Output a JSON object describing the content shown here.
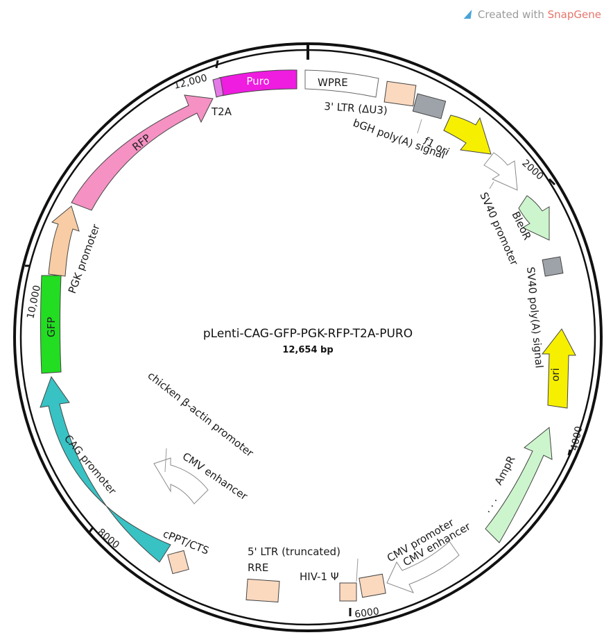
{
  "watermark": {
    "prefix": "Created with ",
    "brand": "SnapGene"
  },
  "plasmid": {
    "name": "pLenti-CAG-GFP-PGK-RFP-T2A-PURO",
    "size_label": "12,654 bp"
  },
  "ticks": [
    "2000",
    "4000",
    "6000",
    "8000",
    "10,000",
    "12,000"
  ],
  "colors": {
    "puro": "#ee1de0",
    "t2a": "#e37ae6",
    "rfp": "#f591c3",
    "promoter": "#f8cca4",
    "gfp": "#22dd22",
    "cag": "#38c2c4",
    "yellow": "#f6f000",
    "grey": "#9ea3a9",
    "mint": "#cdf5cd",
    "ltr": "#fbd9bf"
  },
  "features": {
    "puro": "Puro",
    "rfp": "RFP",
    "gfp": "GFP",
    "cag_promoter": "CAG promoter",
    "ori": "ori",
    "ampr": "AmpR",
    "bleor": "BleoR",
    "wpre": "WPRE",
    "t2a": "T2A",
    "ltr3": "3' LTR (ΔU3)",
    "bgh": "bGH poly(A) signal",
    "f1ori": "f1 ori",
    "sv40_promoter": "SV40 promoter",
    "sv40_polya": "SV40 poly(A) signal",
    "pgk_promoter": "PGK promoter",
    "chicken_actin": "chicken β-actin promoter",
    "cmv_enhancer_left": "CMV enhancer",
    "cppt": "cPPT/CTS",
    "ltr5": "5' LTR (truncated)",
    "rre": "RRE",
    "hiv_psi": "HIV-1 Ψ",
    "cmv_promoter": "CMV promoter",
    "cmv_enhancer_right": "CMV enhancer"
  }
}
